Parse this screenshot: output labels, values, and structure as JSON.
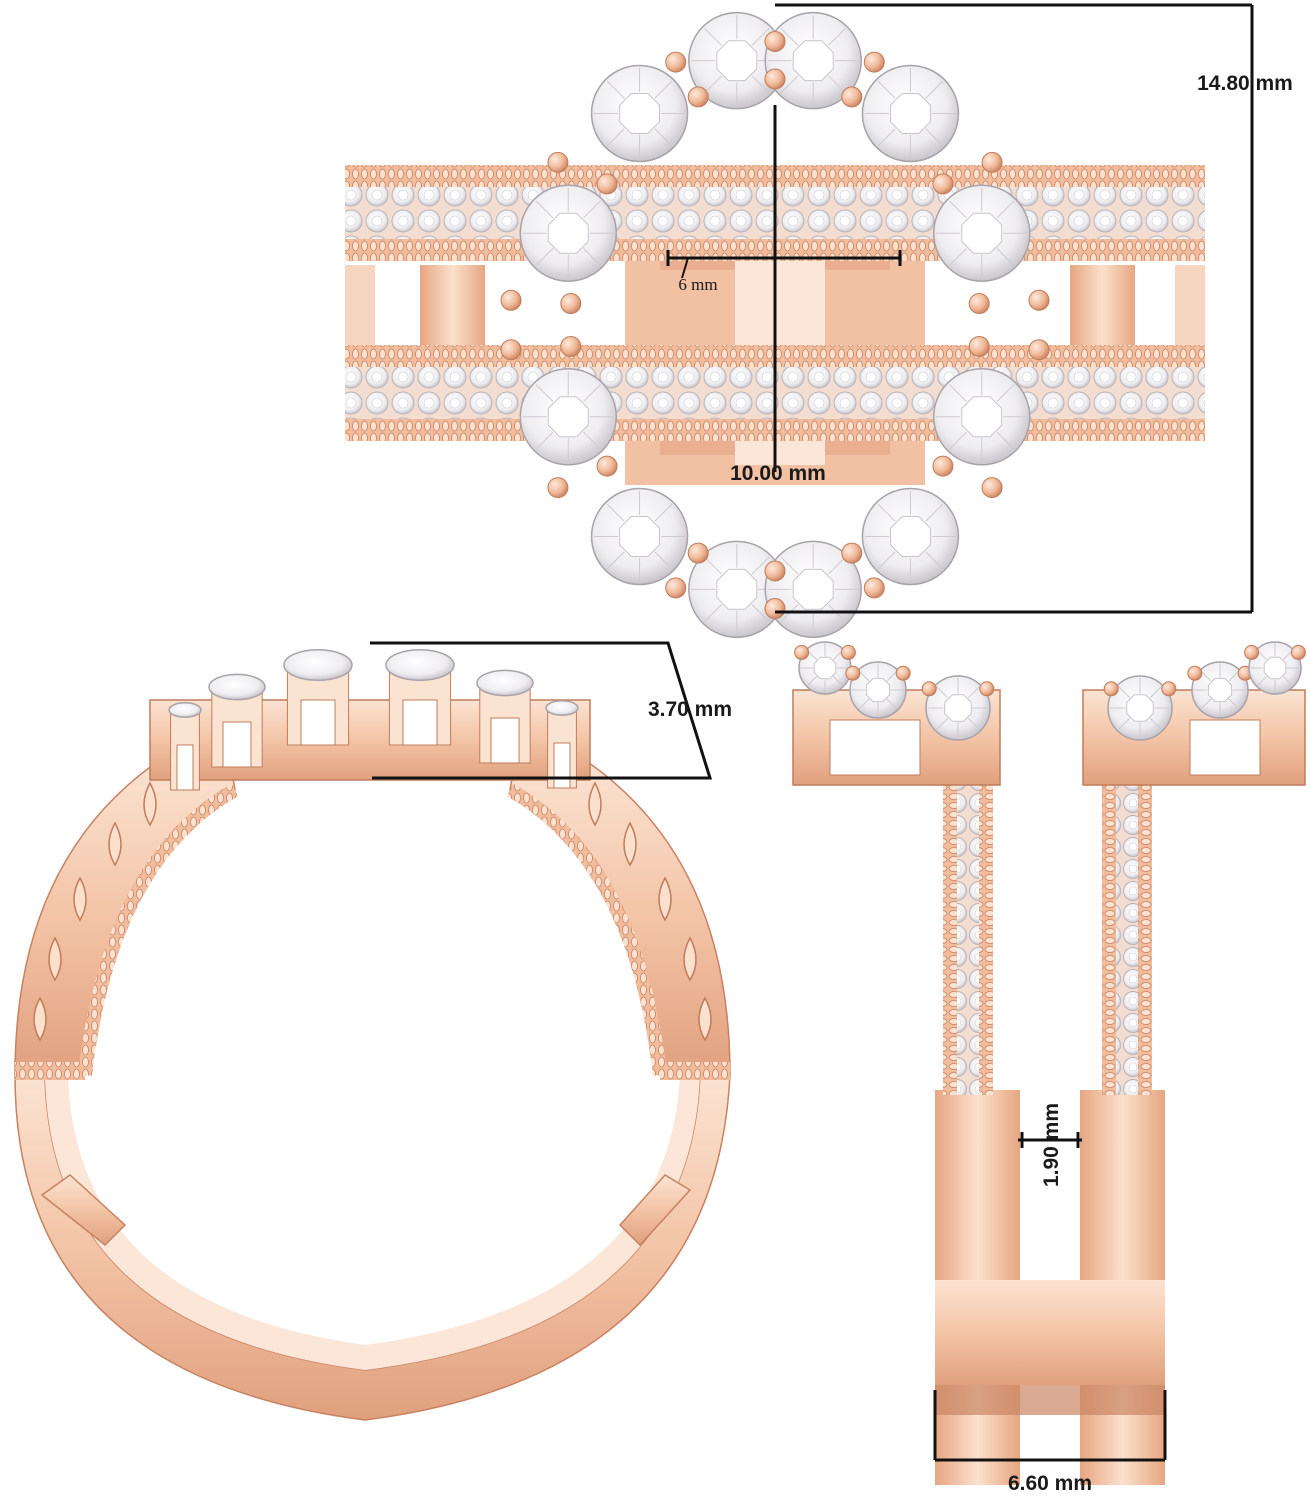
{
  "colors": {
    "gold": "#f3c4a6",
    "gold_mid": "#e8a987",
    "gold_dark": "#c07c5b",
    "gold_light": "#fbe3d2",
    "diamond": "#f5f4f6",
    "diamond_shade": "#d9d7dc",
    "line": "#111111"
  },
  "dimensions": {
    "total_height": "14.80 mm",
    "center_gap": "6 mm",
    "inner_opening": "10.00 mm",
    "stone_height": "3.70 mm",
    "band_gap": "1.90 mm",
    "shank_width": "6.60 mm"
  },
  "views": {
    "top": "top-view",
    "side": "side-view",
    "profile": "profile-view"
  }
}
